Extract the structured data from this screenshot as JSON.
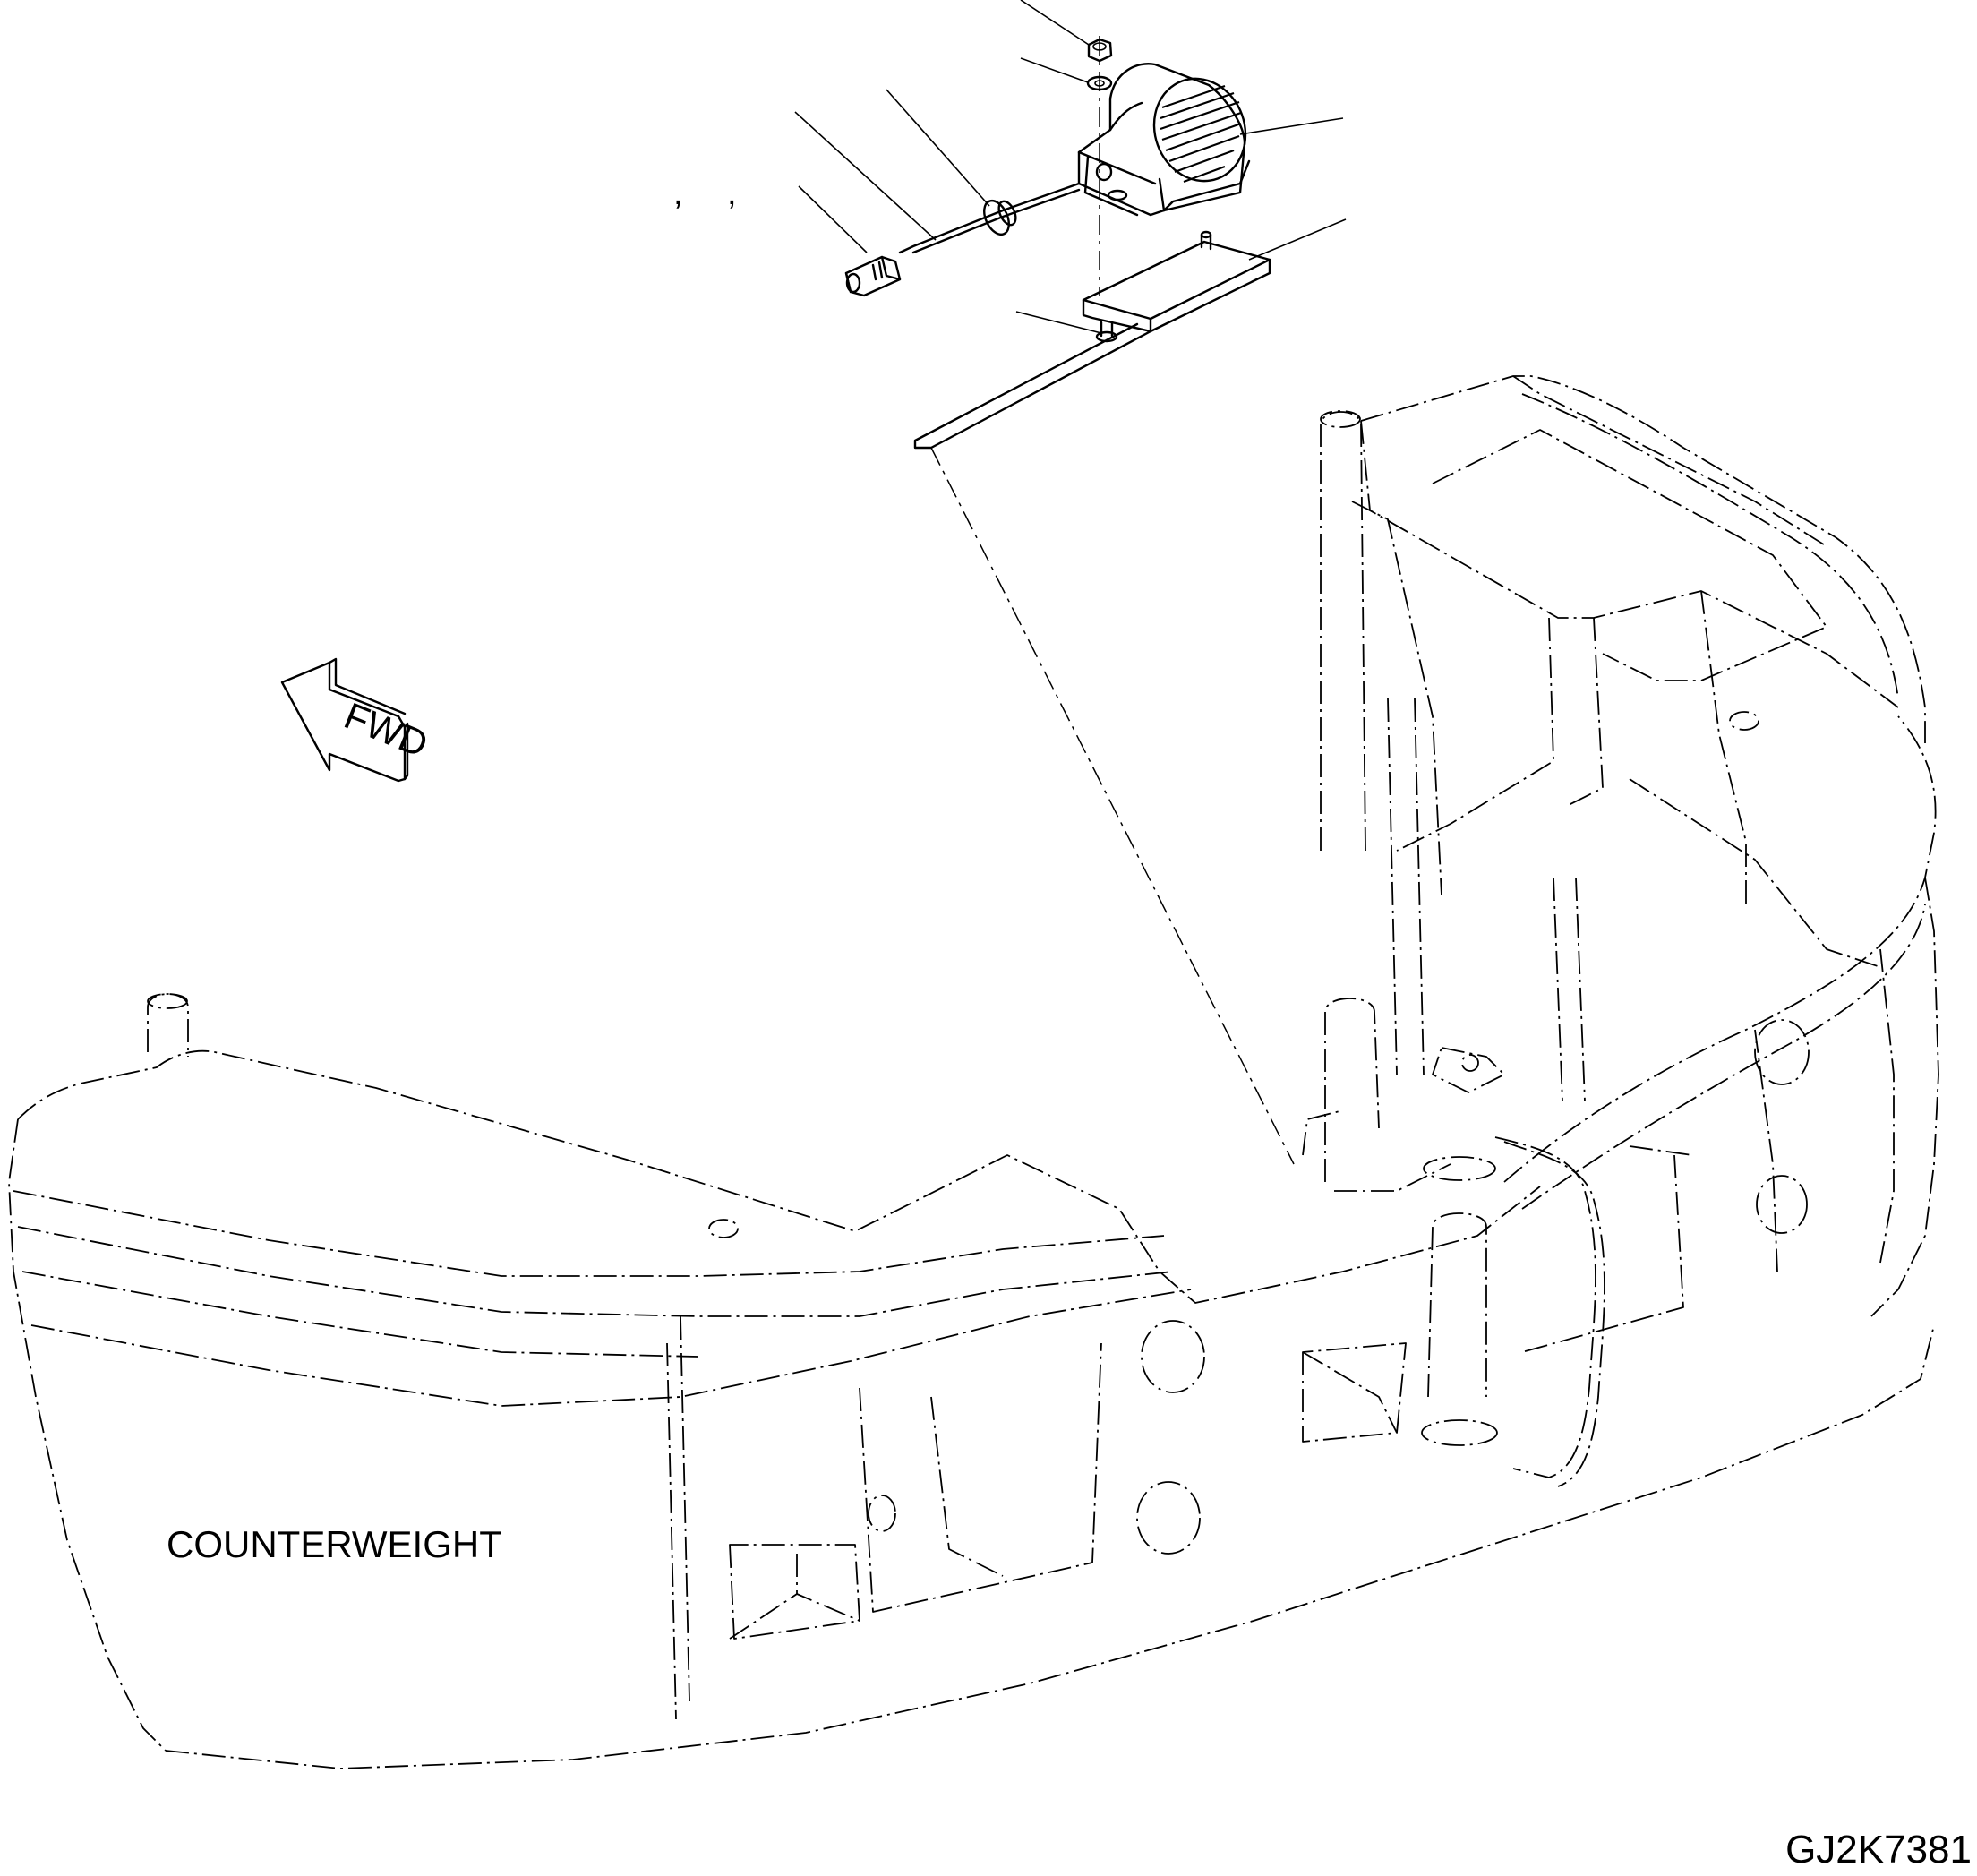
{
  "diagram": {
    "main_label": "COUNTERWEIGHT",
    "direction_label": "FWD",
    "drawing_number": "GJ2K7381",
    "separator_marks": [
      ",",
      ","
    ]
  }
}
